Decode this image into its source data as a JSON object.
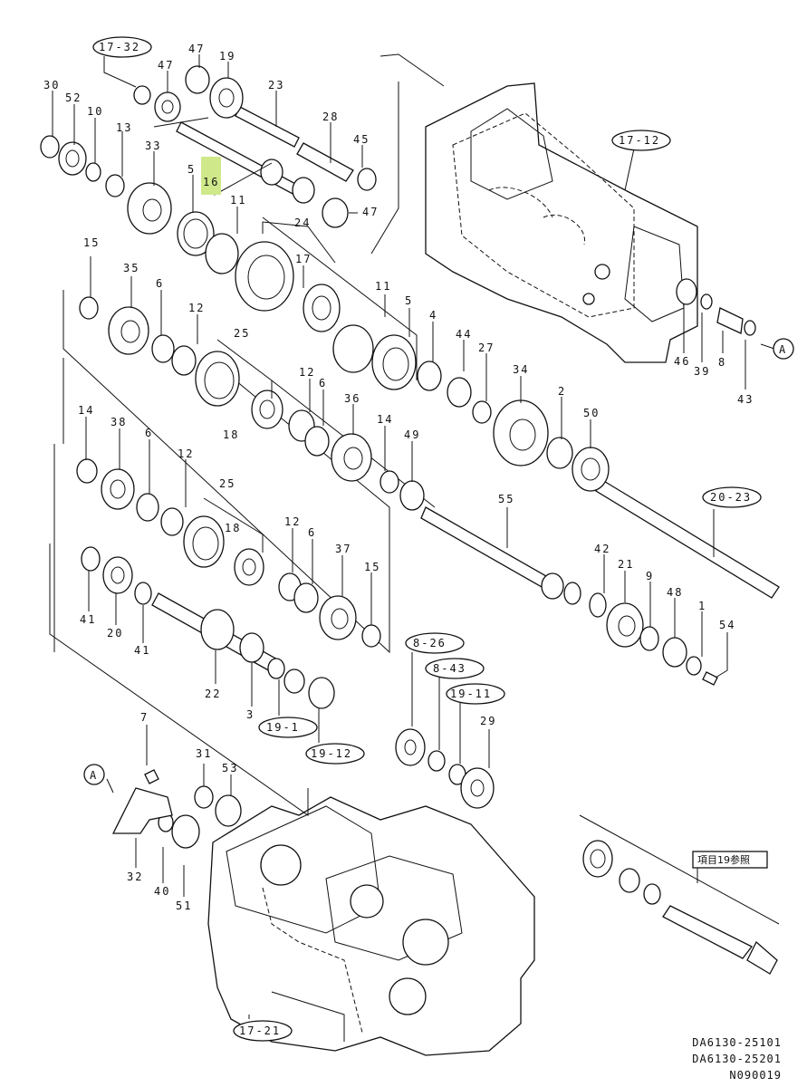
{
  "highlighted_callout": "16",
  "callouts": [
    "30",
    "52",
    "10",
    "13",
    "33",
    "47",
    "47",
    "19",
    "23",
    "28",
    "45",
    "47",
    "5",
    "16",
    "11",
    "24",
    "17",
    "15",
    "35",
    "6",
    "12",
    "25",
    "18",
    "11",
    "5",
    "4",
    "44",
    "27",
    "34",
    "12",
    "6",
    "36",
    "14",
    "49",
    "2",
    "50",
    "14",
    "38",
    "6",
    "12",
    "25",
    "18",
    "12",
    "6",
    "37",
    "15",
    "55",
    "20-23",
    "42",
    "21",
    "9",
    "48",
    "1",
    "54",
    "41",
    "20",
    "41",
    "22",
    "3",
    "8-26",
    "8-43",
    "19-11",
    "29",
    "7",
    "31",
    "53",
    "32",
    "40",
    "51",
    "17-12",
    "46",
    "39",
    "8",
    "43",
    "17-32",
    "19-1",
    "19-12",
    "17-21"
  ],
  "circle_labels": [
    "17-32",
    "17-12",
    "20-23",
    "8-26",
    "8-43",
    "19-11",
    "19-1",
    "19-12",
    "17-21"
  ],
  "ref_markers": [
    "A",
    "A"
  ],
  "reference_note": "項目19参照",
  "drawing_codes": [
    "DA6130-25101",
    "DA6130-25201",
    "N090019"
  ]
}
